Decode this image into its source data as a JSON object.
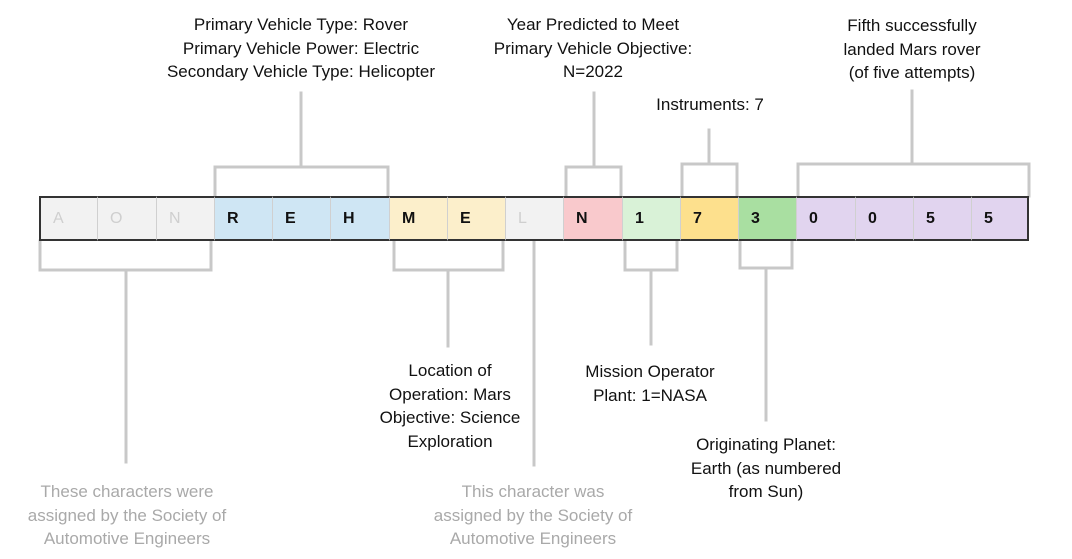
{
  "colors": {
    "sae": "#f2f2f2",
    "vehicle": "#cfe6f4",
    "operation": "#fcefcb",
    "year": "#f9c9cc",
    "operator": "#d9f2d7",
    "instruments": "#fde08d",
    "planet": "#a9dfa1",
    "sequence": "#e1d4ef",
    "bracket": "#c8c8c8",
    "text": "#111111",
    "gray_text": "#a9a9a9"
  },
  "characters": [
    {
      "char": "A",
      "group": "sae",
      "faded": true
    },
    {
      "char": "O",
      "group": "sae",
      "faded": true
    },
    {
      "char": "N",
      "group": "sae",
      "faded": true
    },
    {
      "char": "R",
      "group": "vehicle",
      "faded": false
    },
    {
      "char": "E",
      "group": "vehicle",
      "faded": false
    },
    {
      "char": "H",
      "group": "vehicle",
      "faded": false
    },
    {
      "char": "M",
      "group": "operation",
      "faded": false
    },
    {
      "char": "E",
      "group": "operation",
      "faded": false
    },
    {
      "char": "L",
      "group": "sae",
      "faded": true
    },
    {
      "char": "N",
      "group": "year",
      "faded": false
    },
    {
      "char": "1",
      "group": "operator",
      "faded": false
    },
    {
      "char": "7",
      "group": "instruments",
      "faded": false
    },
    {
      "char": "3",
      "group": "planet",
      "faded": false
    },
    {
      "char": "0",
      "group": "sequence",
      "faded": false
    },
    {
      "char": "0",
      "group": "sequence",
      "faded": false
    },
    {
      "char": "5",
      "group": "sequence",
      "faded": false
    },
    {
      "char": "5",
      "group": "sequence",
      "faded": false
    }
  ],
  "labels": {
    "vehicle": [
      "Primary Vehicle Type: Rover",
      "Primary Vehicle Power: Electric",
      "Secondary Vehicle Type: Helicopter"
    ],
    "year": [
      "Year Predicted to Meet",
      "Primary Vehicle Objective:",
      "N=2022"
    ],
    "instruments": [
      "Instruments: 7"
    ],
    "sequence": [
      "Fifth successfully",
      "landed Mars rover",
      "(of five attempts)"
    ],
    "sae_group": [
      "These characters were",
      "assigned by the Society of",
      "Automotive Engineers"
    ],
    "operation": [
      "Location of",
      "Operation: Mars",
      "Objective: Science",
      "Exploration"
    ],
    "sae_single": [
      "This character was",
      "assigned by the Society of",
      "Automotive Engineers"
    ],
    "operator": [
      "Mission Operator",
      "Plant: 1=NASA"
    ],
    "planet": [
      "Originating Planet:",
      "Earth (as numbered",
      "from Sun)"
    ]
  }
}
